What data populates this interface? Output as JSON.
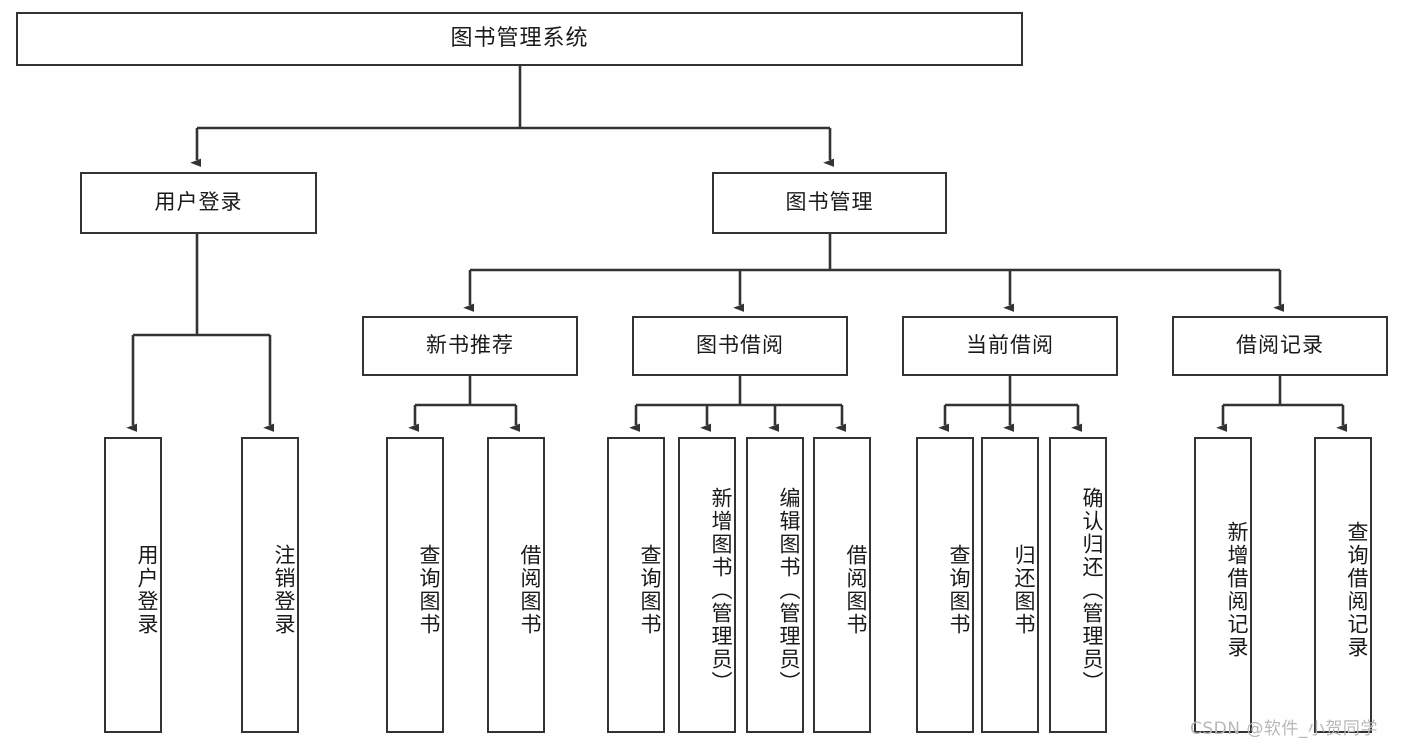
{
  "diagram": {
    "title": "图书管理系统",
    "type": "tree-hierarchy",
    "colors": {
      "line": "#333333",
      "box_border": "#333333",
      "box_fill": "#ffffff",
      "background": "#fefefe",
      "watermark": "#b8b8b8"
    },
    "root": {
      "label": "图书管理系统"
    },
    "level2": [
      {
        "id": "user-login",
        "label": "用户登录"
      },
      {
        "id": "book-manage",
        "label": "图书管理"
      }
    ],
    "level3": [
      {
        "id": "new-book-recommend",
        "label": "新书推荐"
      },
      {
        "id": "book-borrow",
        "label": "图书借阅"
      },
      {
        "id": "current-borrow",
        "label": "当前借阅"
      },
      {
        "id": "borrow-record",
        "label": "借阅记录"
      }
    ],
    "leaves": {
      "user_login": [
        {
          "id": "leaf-user-login",
          "label": "用户登录"
        },
        {
          "id": "leaf-logout-login",
          "label": "注销登录"
        }
      ],
      "new_book_recommend": [
        {
          "id": "leaf-query-book-1",
          "label": "查询图书"
        },
        {
          "id": "leaf-borrow-book-1",
          "label": "借阅图书"
        }
      ],
      "book_borrow": [
        {
          "id": "leaf-query-book-2",
          "label": "查询图书"
        },
        {
          "id": "leaf-add-book",
          "label": "新增图书（管理员）"
        },
        {
          "id": "leaf-edit-book",
          "label": "编辑图书（管理员）"
        },
        {
          "id": "leaf-borrow-book-2",
          "label": "借阅图书"
        }
      ],
      "current_borrow": [
        {
          "id": "leaf-query-book-3",
          "label": "查询图书"
        },
        {
          "id": "leaf-return-book",
          "label": "归还图书"
        },
        {
          "id": "leaf-confirm-return",
          "label": "确认归还（管理员）"
        }
      ],
      "borrow_record": [
        {
          "id": "leaf-add-borrow-record",
          "label": "新增借阅记录"
        },
        {
          "id": "leaf-query-borrow-record",
          "label": "查询借阅记录"
        }
      ]
    }
  },
  "watermark": {
    "text": "CSDN @软件_小贺同学"
  }
}
